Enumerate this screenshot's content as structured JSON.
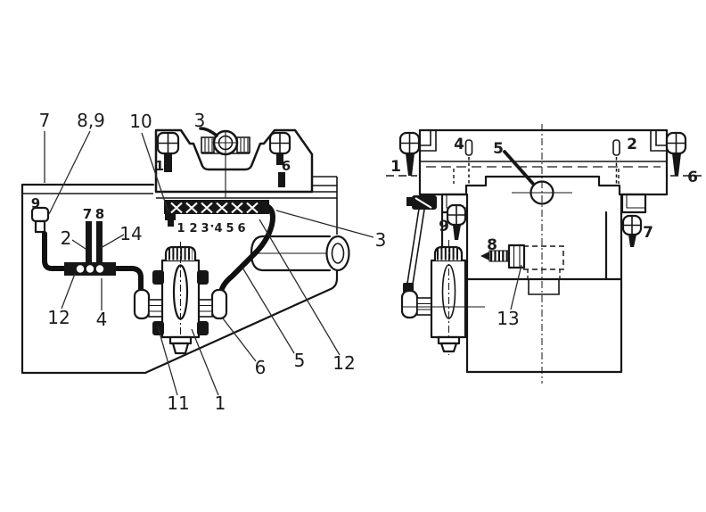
{
  "image": {
    "background": "#ffffff",
    "ink": "#161616"
  },
  "left_view": {
    "callouts": {
      "c7_top": "7",
      "c8_9": "8,9",
      "c10": "10",
      "c3_top": "3",
      "c2": "2",
      "c14": "14",
      "c12_left": "12",
      "c4": "4",
      "c11": "11",
      "c1_bottom": "1",
      "c6": "6",
      "c5": "5",
      "c12_right": "12",
      "c3_right": "3"
    },
    "part_labels": {
      "p9": "9",
      "p7": "7",
      "p8": "8",
      "p1": "1",
      "p6": "6"
    },
    "ports": [
      "1",
      "2",
      "3",
      "4",
      "5",
      "6"
    ],
    "port_dot": "·"
  },
  "right_view": {
    "callouts": {
      "c1": "1",
      "c4": "4",
      "c5": "5",
      "c2": "2",
      "c6": "6",
      "c9": "9",
      "c7": "7",
      "c8": "8",
      "c13": "13"
    }
  }
}
